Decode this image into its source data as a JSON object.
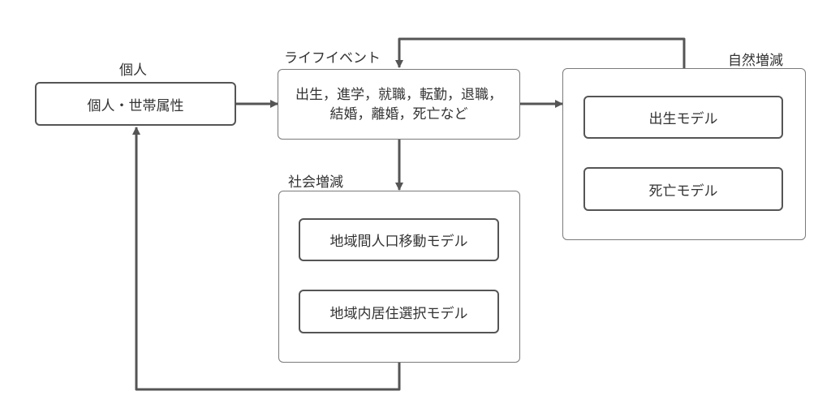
{
  "individual": {
    "label": "個人",
    "box": "個人・世帯属性"
  },
  "life_event": {
    "label": "ライフイベント",
    "line1": "出生，進学，就職，転勤，退職，",
    "line2": "結婚，離婚，死亡など"
  },
  "natural_change": {
    "label": "自然増減",
    "models": [
      "出生モデル",
      "死亡モデル"
    ]
  },
  "social_change": {
    "label": "社会増減",
    "models": [
      "地域間人口移動モデル",
      "地域内居住選択モデル"
    ]
  },
  "colors": {
    "line": "#555555",
    "border": "#7a7a7a",
    "text": "#333333"
  }
}
